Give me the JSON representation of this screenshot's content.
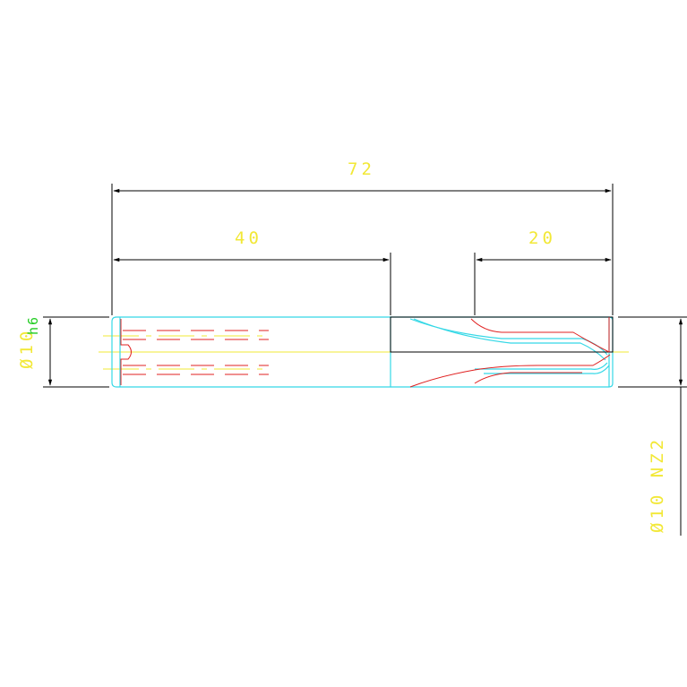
{
  "dimensions": {
    "overall_length": "72",
    "left_length": "40",
    "right_length": "20",
    "left_diameter": "Ø10",
    "left_tolerance": "h6",
    "right_diameter_label": "Ø10 NZ2"
  },
  "colors": {
    "dimension_text": "#f2e836",
    "tolerance_text": "#22cc22",
    "outline_cyan": "#35d8e6",
    "hidden_red": "#e02020",
    "centerline_yellow": "#f2e836",
    "dimension_line": "#000000"
  }
}
